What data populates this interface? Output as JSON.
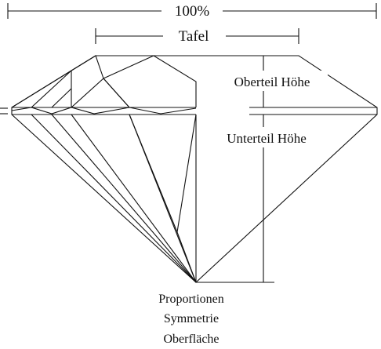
{
  "labels": {
    "width": "100%",
    "table": "Tafel",
    "crown_height": "Oberteil Höhe",
    "pavilion_height": "Unterteil Höhe",
    "criteria": [
      "Proportionen",
      "Symmetrie",
      "Oberfläche"
    ]
  },
  "colors": {
    "line": "#111111",
    "background": "#ffffff"
  }
}
